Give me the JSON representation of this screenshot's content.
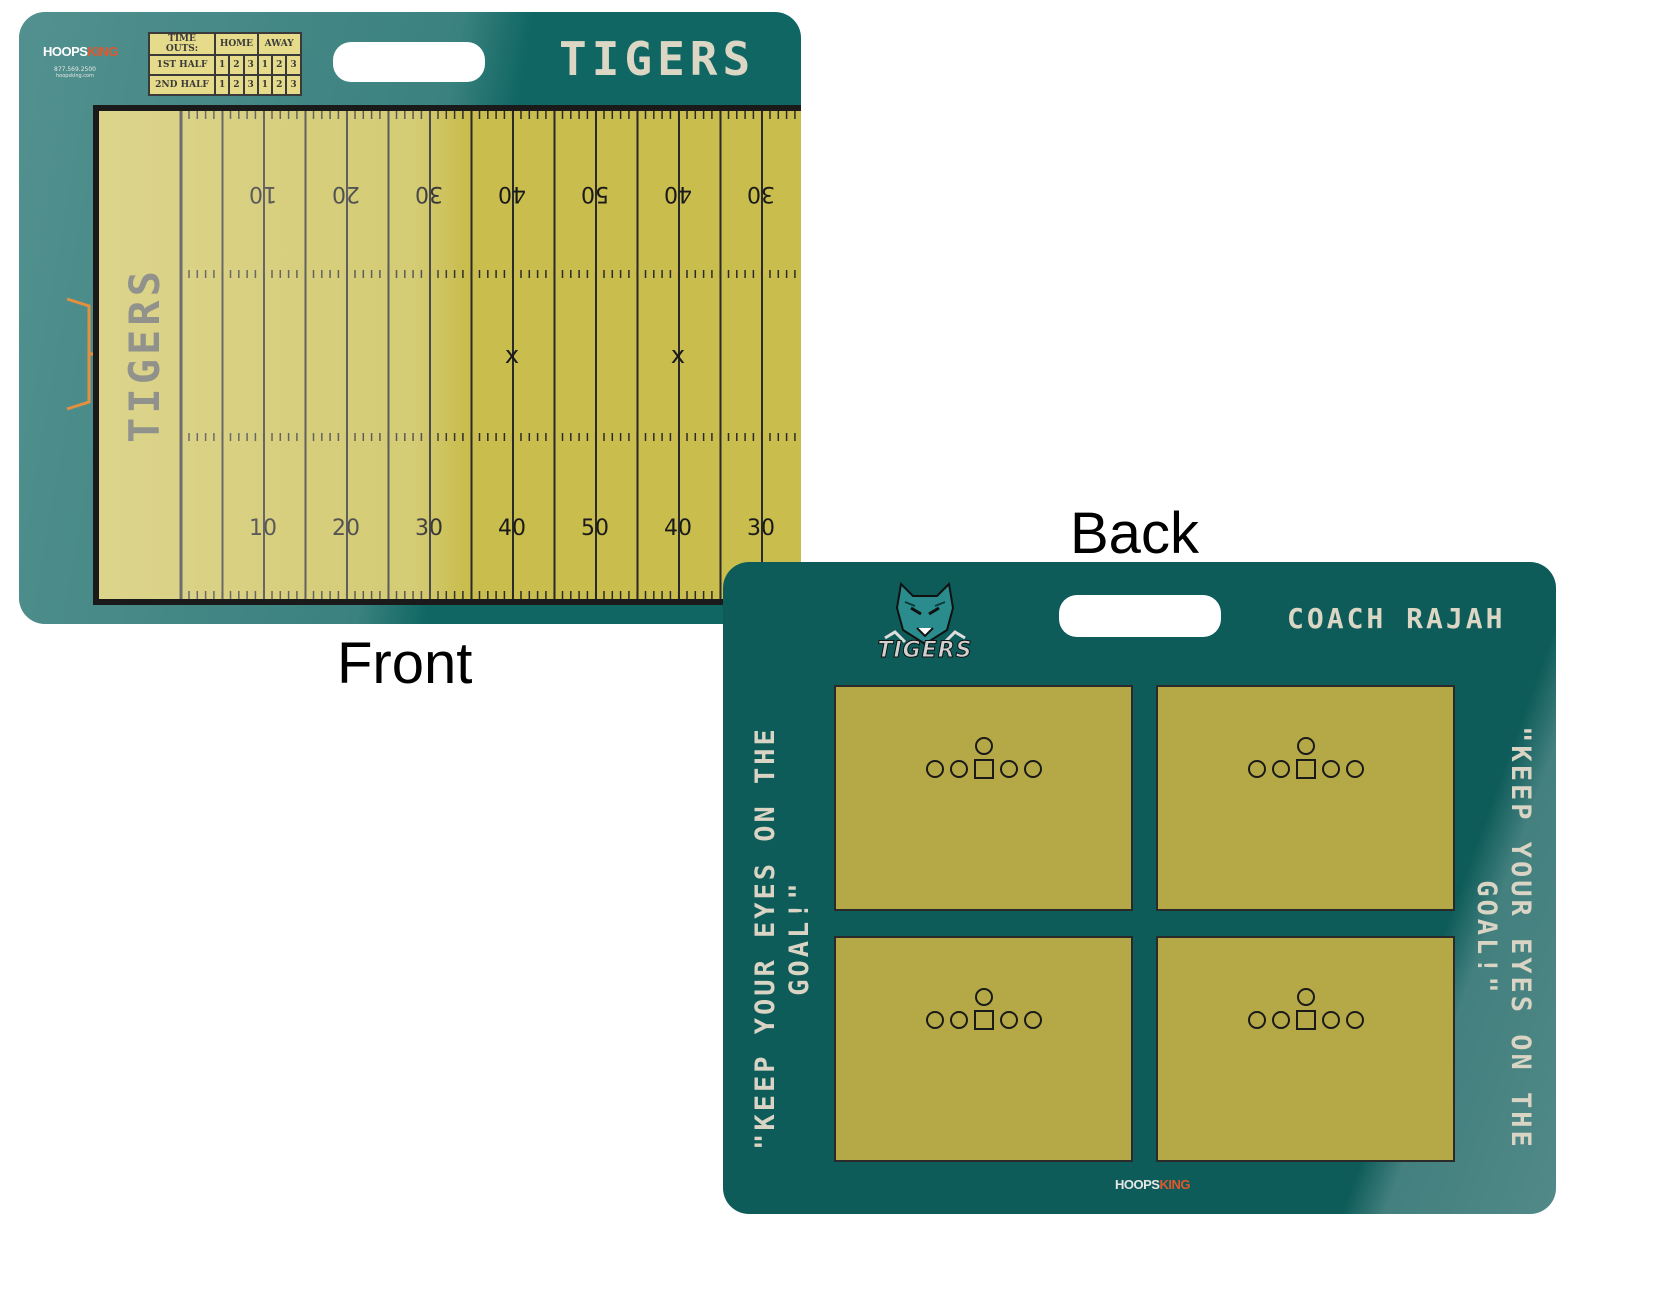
{
  "front": {
    "brand": {
      "hoops": "HOOPS",
      "king": "KING",
      "phone": "877.569.2500",
      "site": "hoopsking.com"
    },
    "scoreboard": {
      "headers": [
        "TIME OUTS:",
        "HOME",
        "AWAY"
      ],
      "rows": [
        {
          "label": "1ST HALF",
          "home": [
            "1",
            "2",
            "3"
          ],
          "away": [
            "1",
            "2",
            "3"
          ]
        },
        {
          "label": "2ND HALF",
          "home": [
            "1",
            "2",
            "3"
          ],
          "away": [
            "1",
            "2",
            "3"
          ]
        }
      ]
    },
    "team_name": "TIGERS",
    "endzone_text": "TIGERS",
    "yard_numbers": [
      "10",
      "20",
      "30",
      "40",
      "50",
      "40",
      "30"
    ],
    "hash_marks": [
      "X",
      "X"
    ]
  },
  "captions": {
    "front": "Front",
    "back": "Back"
  },
  "back": {
    "logo_text": "TIGERS",
    "coach": "COACH RAJAH",
    "quote_line1": "\"KEEP YOUR EYES ON THE",
    "quote_line2": "GOAL!\"",
    "brand": {
      "hoops": "HOOPS",
      "king": "KING"
    },
    "panels": 4
  },
  "colors": {
    "teal": "#0f6663",
    "field": "#c9bd4e",
    "panel": "#b4a847",
    "orange": "#e2572b"
  }
}
